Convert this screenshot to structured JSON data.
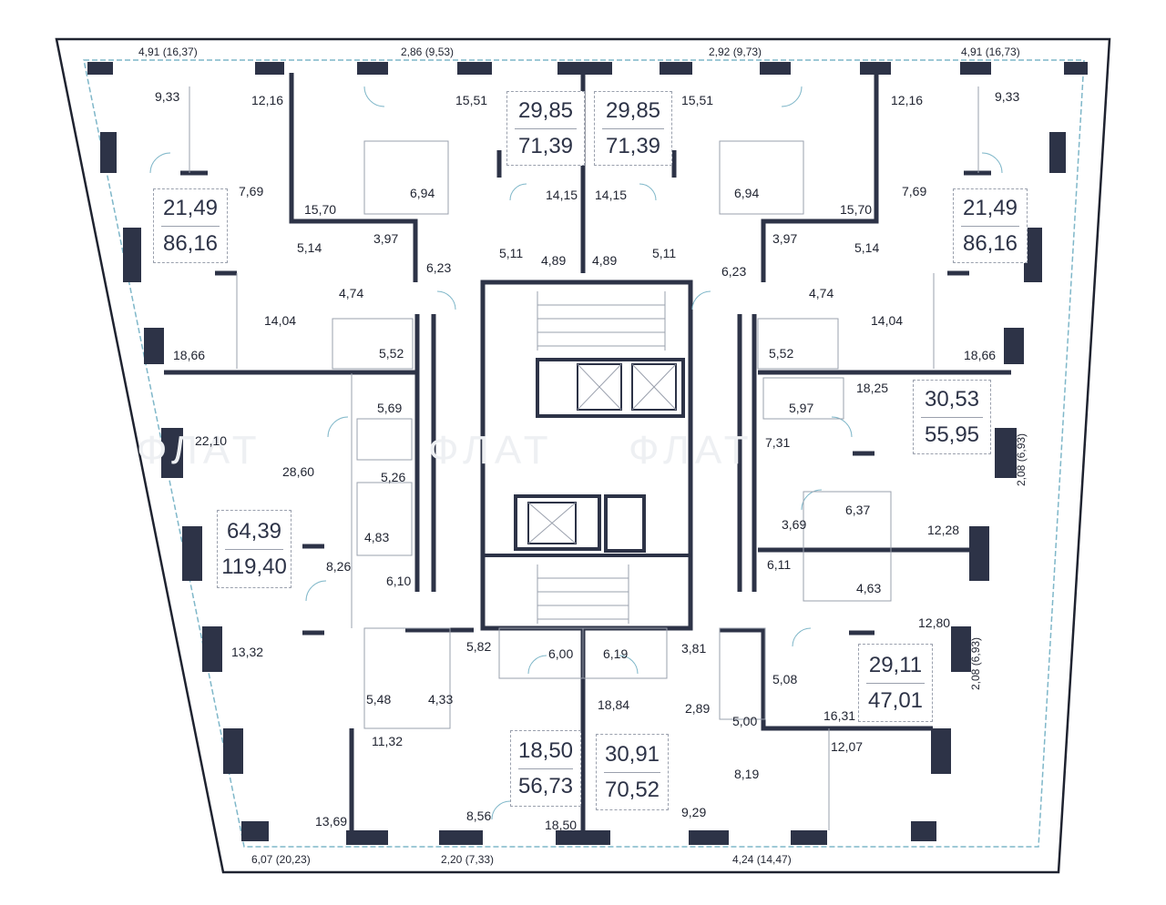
{
  "plan": {
    "colors": {
      "wall": "#2d3347",
      "outline": "#1f2330",
      "window": "#7fb7c9",
      "thin": "#9aa0ad"
    },
    "watermark": [
      "ФЛАТ",
      "ФЛАТ",
      "ФЛАТ"
    ],
    "perimeter_dims": {
      "top": [
        "4,91 (16,37)",
        "2,86 (9,53)",
        "2,92 (9,73)",
        "4,91 (16,73)"
      ],
      "bottom": [
        "6,07 (20,23)",
        "2,20 (7,33)",
        "4,24 (14,47)"
      ],
      "right": [
        "2,08 (6,93)",
        "2,08 (6,93)"
      ]
    },
    "apartments": [
      {
        "living": "21,49",
        "total": "86,16"
      },
      {
        "living": "29,85",
        "total": "71,39"
      },
      {
        "living": "29,85",
        "total": "71,39"
      },
      {
        "living": "21,49",
        "total": "86,16"
      },
      {
        "living": "30,53",
        "total": "55,95"
      },
      {
        "living": "64,39",
        "total": "119,40"
      },
      {
        "living": "29,11",
        "total": "47,01"
      },
      {
        "living": "18,50",
        "total": "56,73"
      },
      {
        "living": "30,91",
        "total": "70,52"
      }
    ],
    "rooms": [
      "9,33",
      "12,16",
      "15,51",
      "15,51",
      "12,16",
      "9,33",
      "7,69",
      "6,94",
      "14,15",
      "14,15",
      "6,94",
      "7,69",
      "15,70",
      "15,70",
      "5,14",
      "3,97",
      "5,11",
      "5,11",
      "3,97",
      "5,14",
      "4,89",
      "4,89",
      "6,23",
      "6,23",
      "4,74",
      "4,74",
      "14,04",
      "14,04",
      "18,66",
      "18,66",
      "5,52",
      "5,52",
      "18,25",
      "5,69",
      "5,97",
      "22,10",
      "7,31",
      "28,60",
      "5,26",
      "6,37",
      "3,69",
      "4,83",
      "12,28",
      "8,26",
      "6,11",
      "4,63",
      "6,10",
      "12,80",
      "13,32",
      "5,82",
      "6,00",
      "6,19",
      "3,81",
      "5,08",
      "5,48",
      "4,33",
      "18,84",
      "2,89",
      "16,31",
      "5,00",
      "11,32",
      "12,07",
      "8,19",
      "13,69",
      "8,56",
      "18,50",
      "9,29"
    ]
  }
}
